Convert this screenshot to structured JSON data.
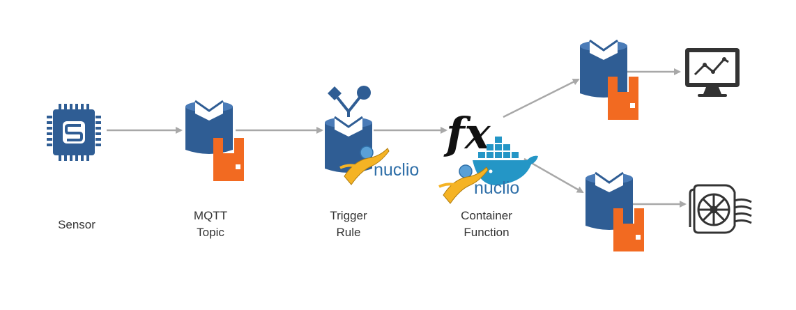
{
  "stages": {
    "sensor": {
      "label_lines": [
        "Sensor"
      ],
      "icon": "chip-icon"
    },
    "mqtt": {
      "label_lines": [
        "MQTT",
        "Topic"
      ],
      "icon": "queue-icon"
    },
    "trigger": {
      "label_lines": [
        "Trigger",
        "Rule"
      ],
      "icon": "trigger-icon"
    },
    "function": {
      "label_lines": [
        "Container",
        "Function"
      ],
      "icon": "function-icon"
    }
  },
  "logos": {
    "nuclio_text": "nuclio",
    "fx_text": "fx"
  },
  "outputs": {
    "top": {
      "icon": "monitor-chart-icon"
    },
    "bottom": {
      "icon": "turbine-icon"
    }
  },
  "colors": {
    "queue_blue": "#2f5d94",
    "broker_orange": "#f26a21",
    "arrow_gray": "#a8a8a8",
    "chip_blue": "#2f5d94",
    "docker_blue": "#2496c6",
    "nuclio_blue": "#2f6fa8"
  }
}
